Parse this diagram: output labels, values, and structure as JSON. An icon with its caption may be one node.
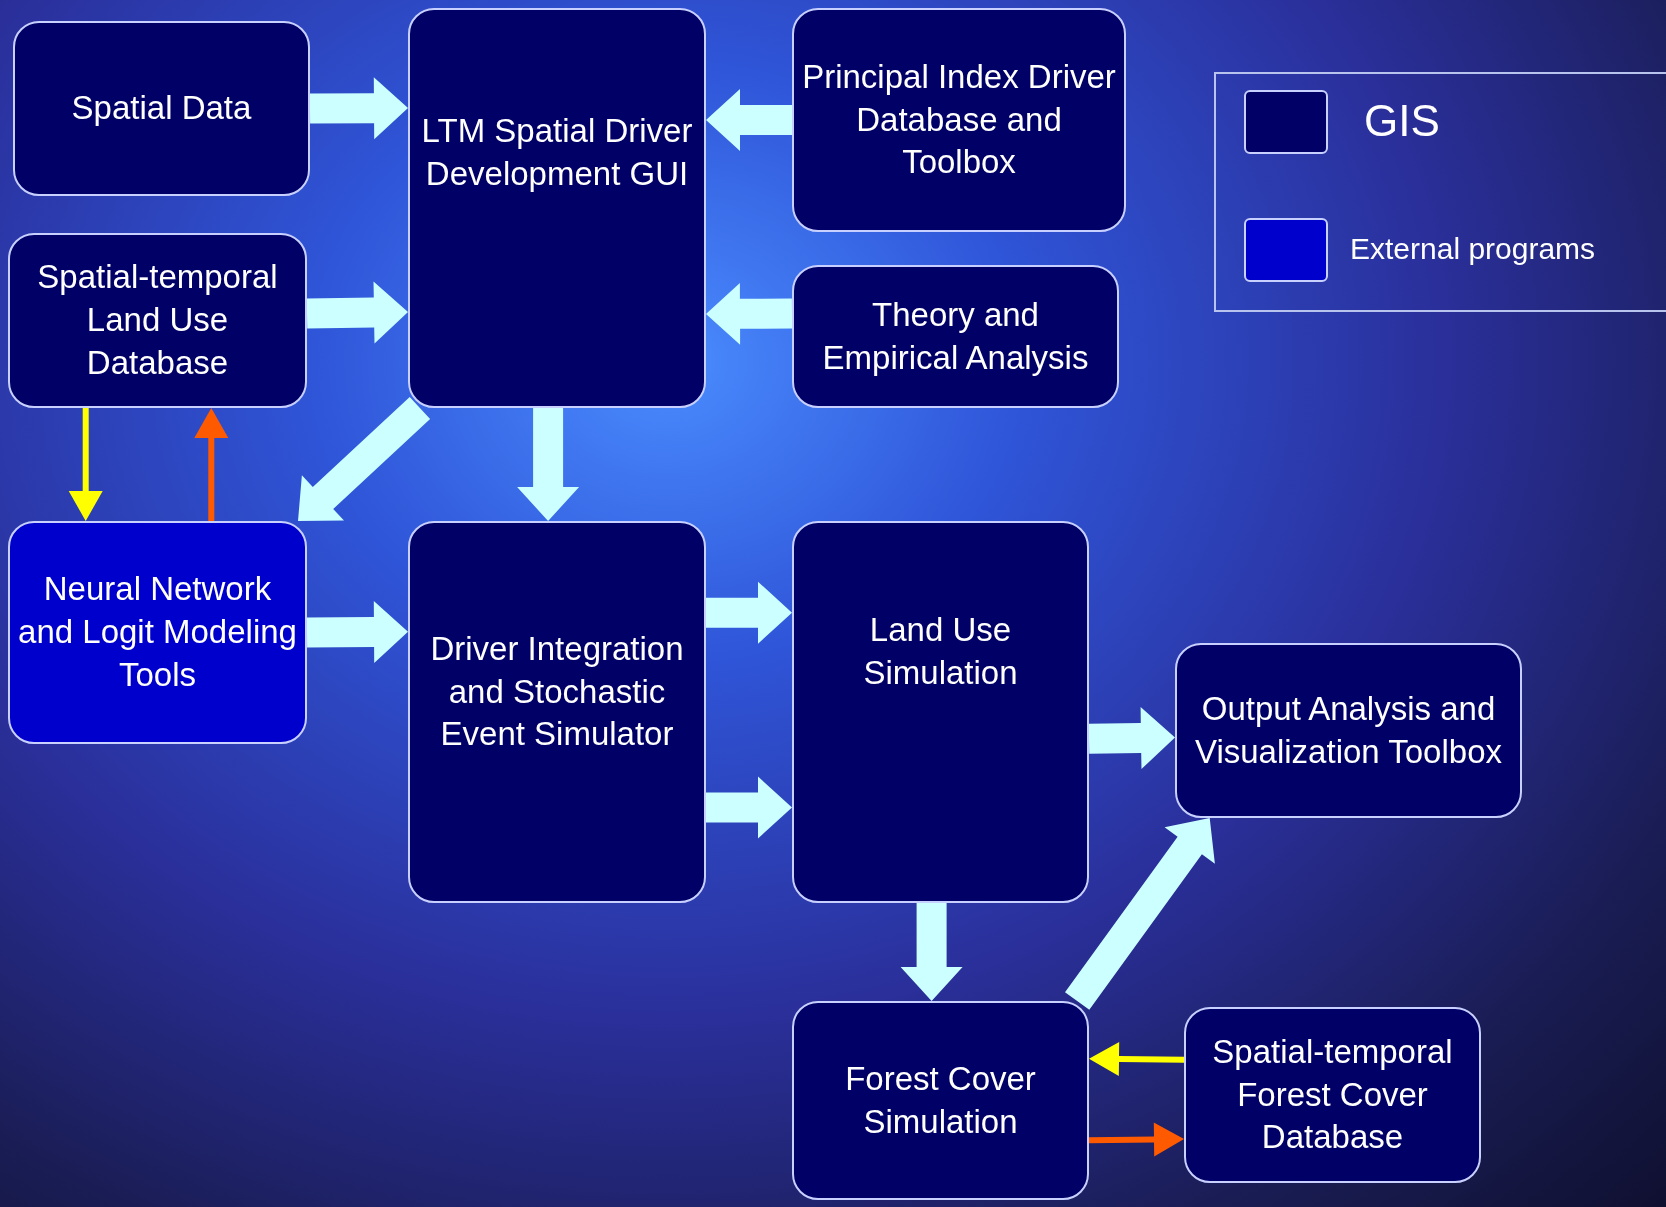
{
  "diagram": {
    "nodes": [
      {
        "text": [
          "Spatial Data"
        ]
      },
      {
        "text": [
          "LTM Spatial Driver Development GUI"
        ]
      },
      {
        "text": [
          "Principal Index Driver Database and Toolbox"
        ]
      },
      {
        "text": [
          "Spatial-temporal Land Use Database"
        ]
      },
      {
        "text": [
          "Theory and Empirical Analysis"
        ]
      },
      {
        "text": [
          "Neural Network and Logit Modeling Tools"
        ]
      },
      {
        "text": [
          "Driver Integration and Stochastic Event Simulator"
        ]
      },
      {
        "text": [
          "Land Use Simulation"
        ]
      },
      {
        "text": [
          "Output Analysis and Visualization Toolbox"
        ]
      },
      {
        "text": [
          "Forest Cover Simulation"
        ]
      },
      {
        "text": [
          "Spatial-temporal Forest Cover Database"
        ]
      }
    ],
    "edges": [
      {
        "from": 0,
        "to": 1,
        "arrow": "to",
        "style": "thick"
      },
      {
        "from": 3,
        "to": 1,
        "arrow": "to",
        "style": "thick"
      },
      {
        "from": 2,
        "to": 1,
        "arrow": "to",
        "style": "thick"
      },
      {
        "from": 4,
        "to": 1,
        "arrow": "to",
        "style": "thick"
      },
      {
        "from": 1,
        "to": 5,
        "arrow": "to",
        "style": "thick"
      },
      {
        "from": 1,
        "to": 6,
        "arrow": "to",
        "style": "thick"
      },
      {
        "from": 3,
        "to": 5,
        "arrow": "to",
        "color": "#ffff00"
      },
      {
        "from": 5,
        "to": 3,
        "arrow": "to",
        "color": "#ff5a00"
      },
      {
        "from": 5,
        "to": 6,
        "arrow": "to",
        "style": "thick"
      },
      {
        "from": 6,
        "to": 7,
        "arrow": "to",
        "style": "thick"
      },
      {
        "from": 6,
        "to": 7,
        "arrow": "to",
        "style": "thick"
      },
      {
        "from": 7,
        "to": 8,
        "arrow": "to",
        "style": "thick"
      },
      {
        "from": 7,
        "to": 9,
        "arrow": "to",
        "style": "thick"
      },
      {
        "from": 9,
        "to": 8,
        "arrow": "to",
        "style": "thick"
      },
      {
        "from": 10,
        "to": 9,
        "arrow": "to",
        "color": "#ffff00"
      },
      {
        "from": 9,
        "to": 10,
        "arrow": "to",
        "color": "#ff5a00"
      }
    ],
    "legend": [
      {
        "text": "GIS",
        "color": "#000066"
      },
      {
        "text": "External programs",
        "color": "#0000cc"
      }
    ]
  }
}
